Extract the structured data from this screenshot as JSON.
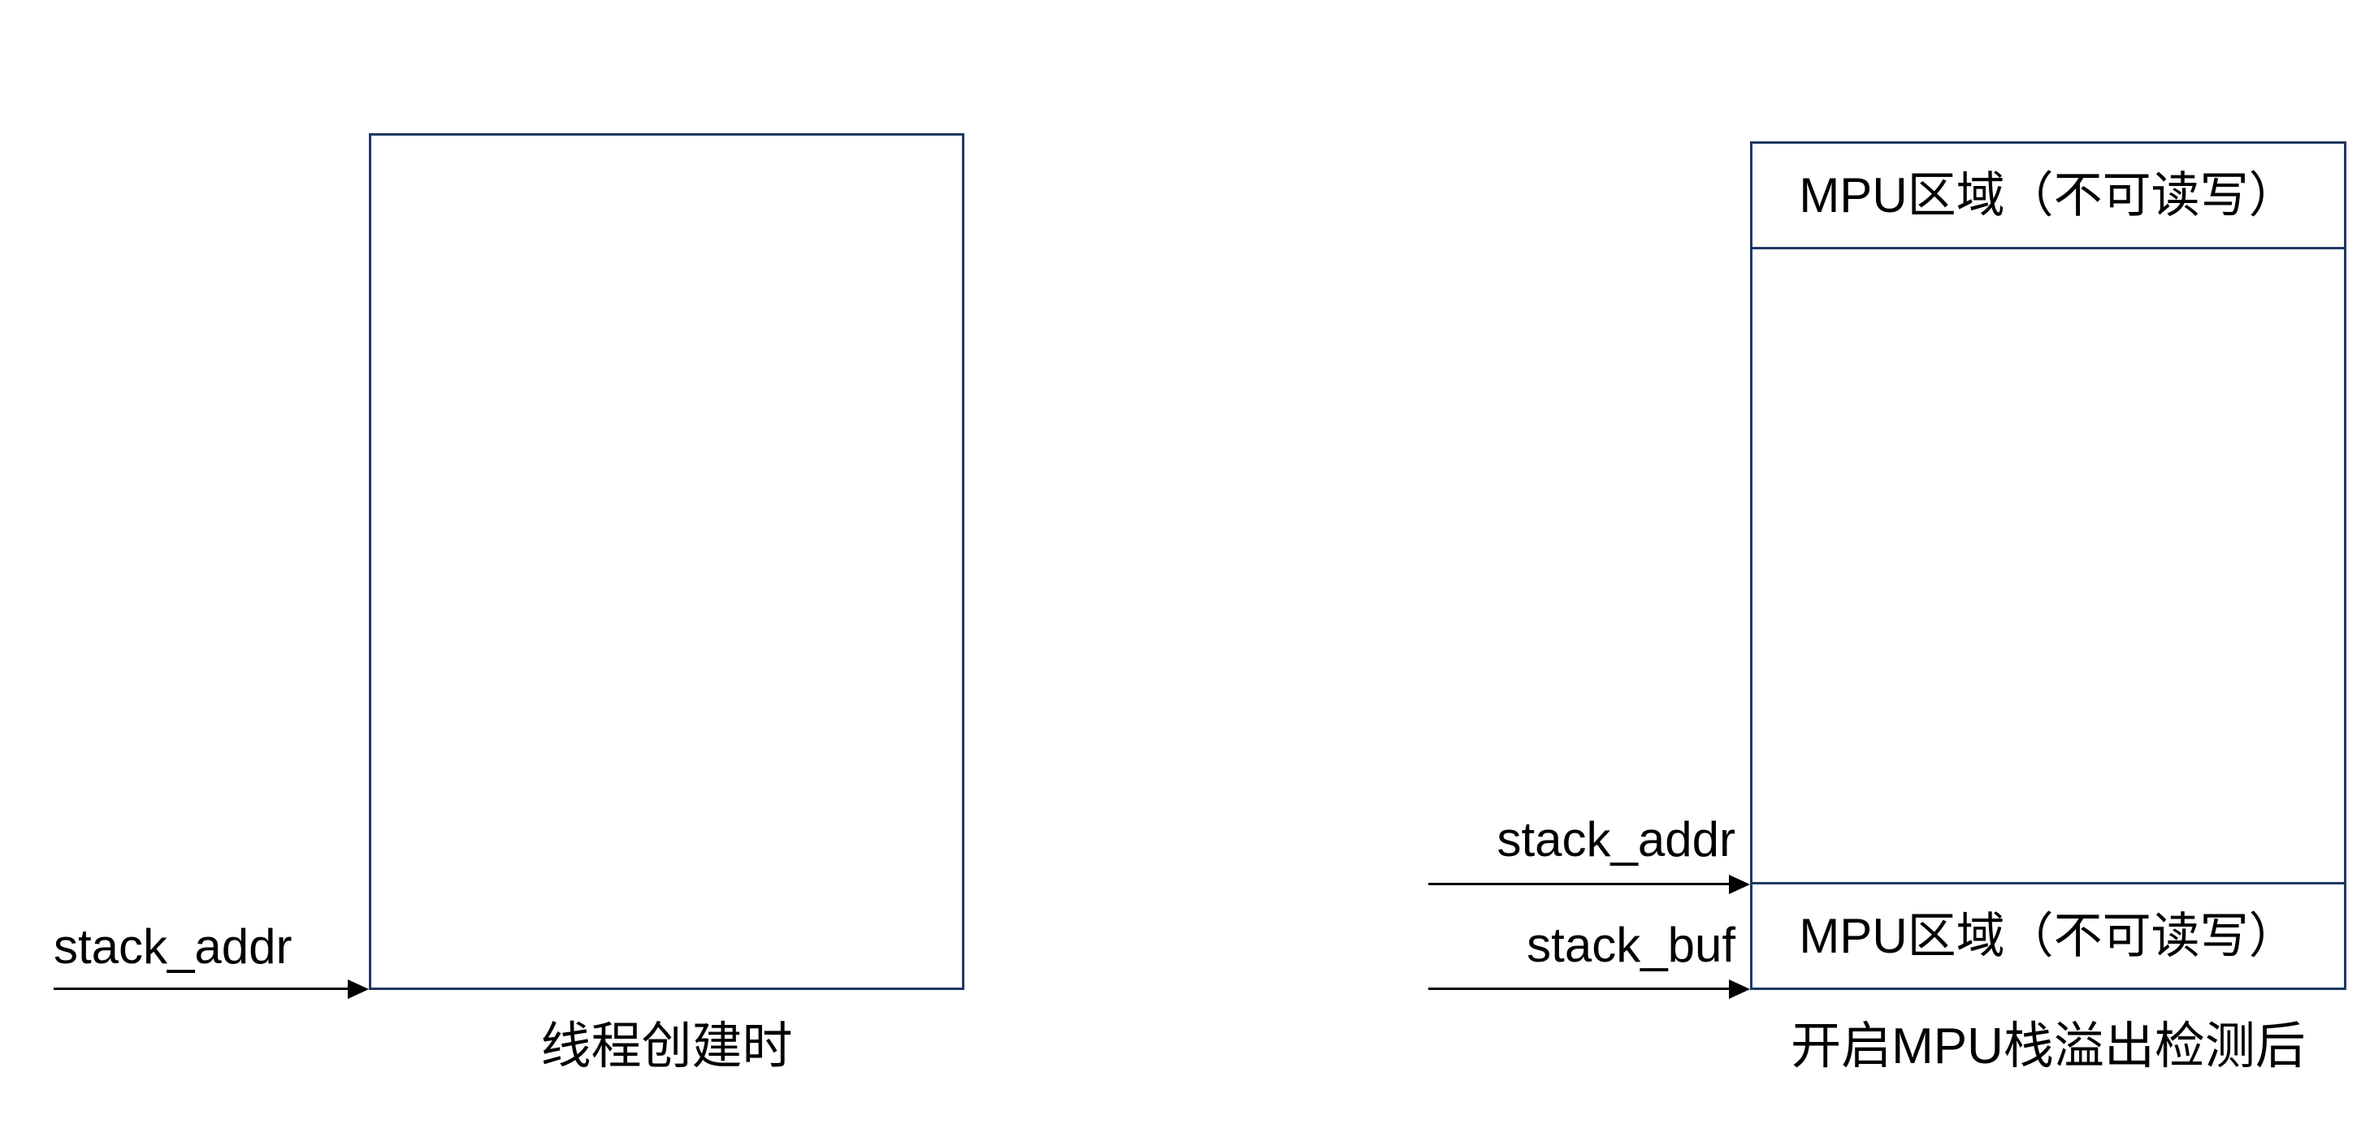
{
  "colors": {
    "background": "#ffffff",
    "box_border": "#1f3864",
    "arrow": "#000000",
    "text": "#000000"
  },
  "left_figure": {
    "stack_addr_label": "stack_addr",
    "caption": "线程创建时"
  },
  "right_figure": {
    "mpu_top_label": "MPU区域（不可读写）",
    "stack_addr_label": "stack_addr",
    "stack_buf_label": "stack_buf",
    "mpu_bottom_label": "MPU区域（不可读写）",
    "caption": "开启MPU栈溢出检测后"
  }
}
